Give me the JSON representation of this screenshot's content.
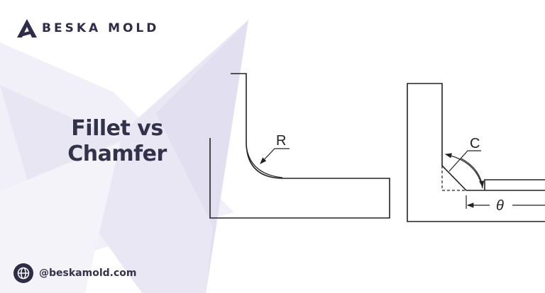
{
  "brand": {
    "name": "BESKA MOLD",
    "logo_icon": "triangle-a-logo"
  },
  "title": {
    "line1": "Fillet vs",
    "line2": "Chamfer"
  },
  "website": {
    "icon": "globe-icon",
    "text": "@beskamold.com"
  },
  "diagram": {
    "fillet_label": "R",
    "chamfer_label": "C",
    "angle_label": "θ"
  },
  "colors": {
    "brand_dark": "#2e2c47",
    "background_accent": "#e6e4f2",
    "line": "#222222"
  }
}
